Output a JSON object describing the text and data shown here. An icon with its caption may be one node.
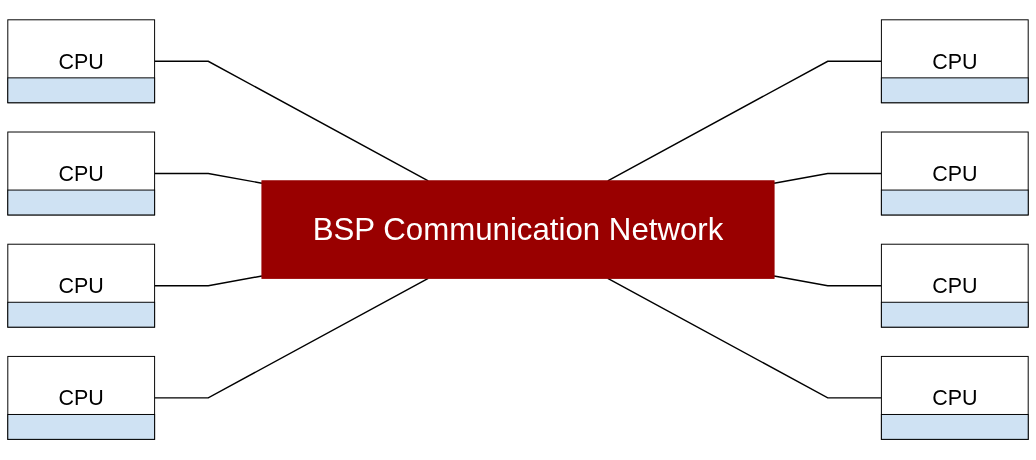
{
  "diagram": {
    "nodes": [
      {
        "text": [
          "CPU"
        ]
      },
      {
        "text": [
          "CPU"
        ]
      },
      {
        "text": [
          "CPU"
        ]
      },
      {
        "text": [
          "CPU"
        ]
      },
      {
        "text": [
          "BSP Communication Network"
        ]
      },
      {
        "text": [
          "CPU"
        ]
      },
      {
        "text": [
          "CPU"
        ]
      },
      {
        "text": [
          "CPU"
        ]
      },
      {
        "text": [
          "CPU"
        ]
      }
    ],
    "edges": [
      {
        "from": 0,
        "to": 4,
        "arrow": "none"
      },
      {
        "from": 1,
        "to": 4,
        "arrow": "none"
      },
      {
        "from": 4,
        "to": 2,
        "arrow": "none"
      },
      {
        "from": 3,
        "to": 4,
        "arrow": "none"
      },
      {
        "from": 4,
        "to": 5,
        "arrow": "none"
      },
      {
        "from": 6,
        "to": 4,
        "arrow": "none"
      },
      {
        "from": 4,
        "to": 7,
        "arrow": "none"
      },
      {
        "from": 4,
        "to": 8,
        "arrow": "none"
      }
    ]
  }
}
